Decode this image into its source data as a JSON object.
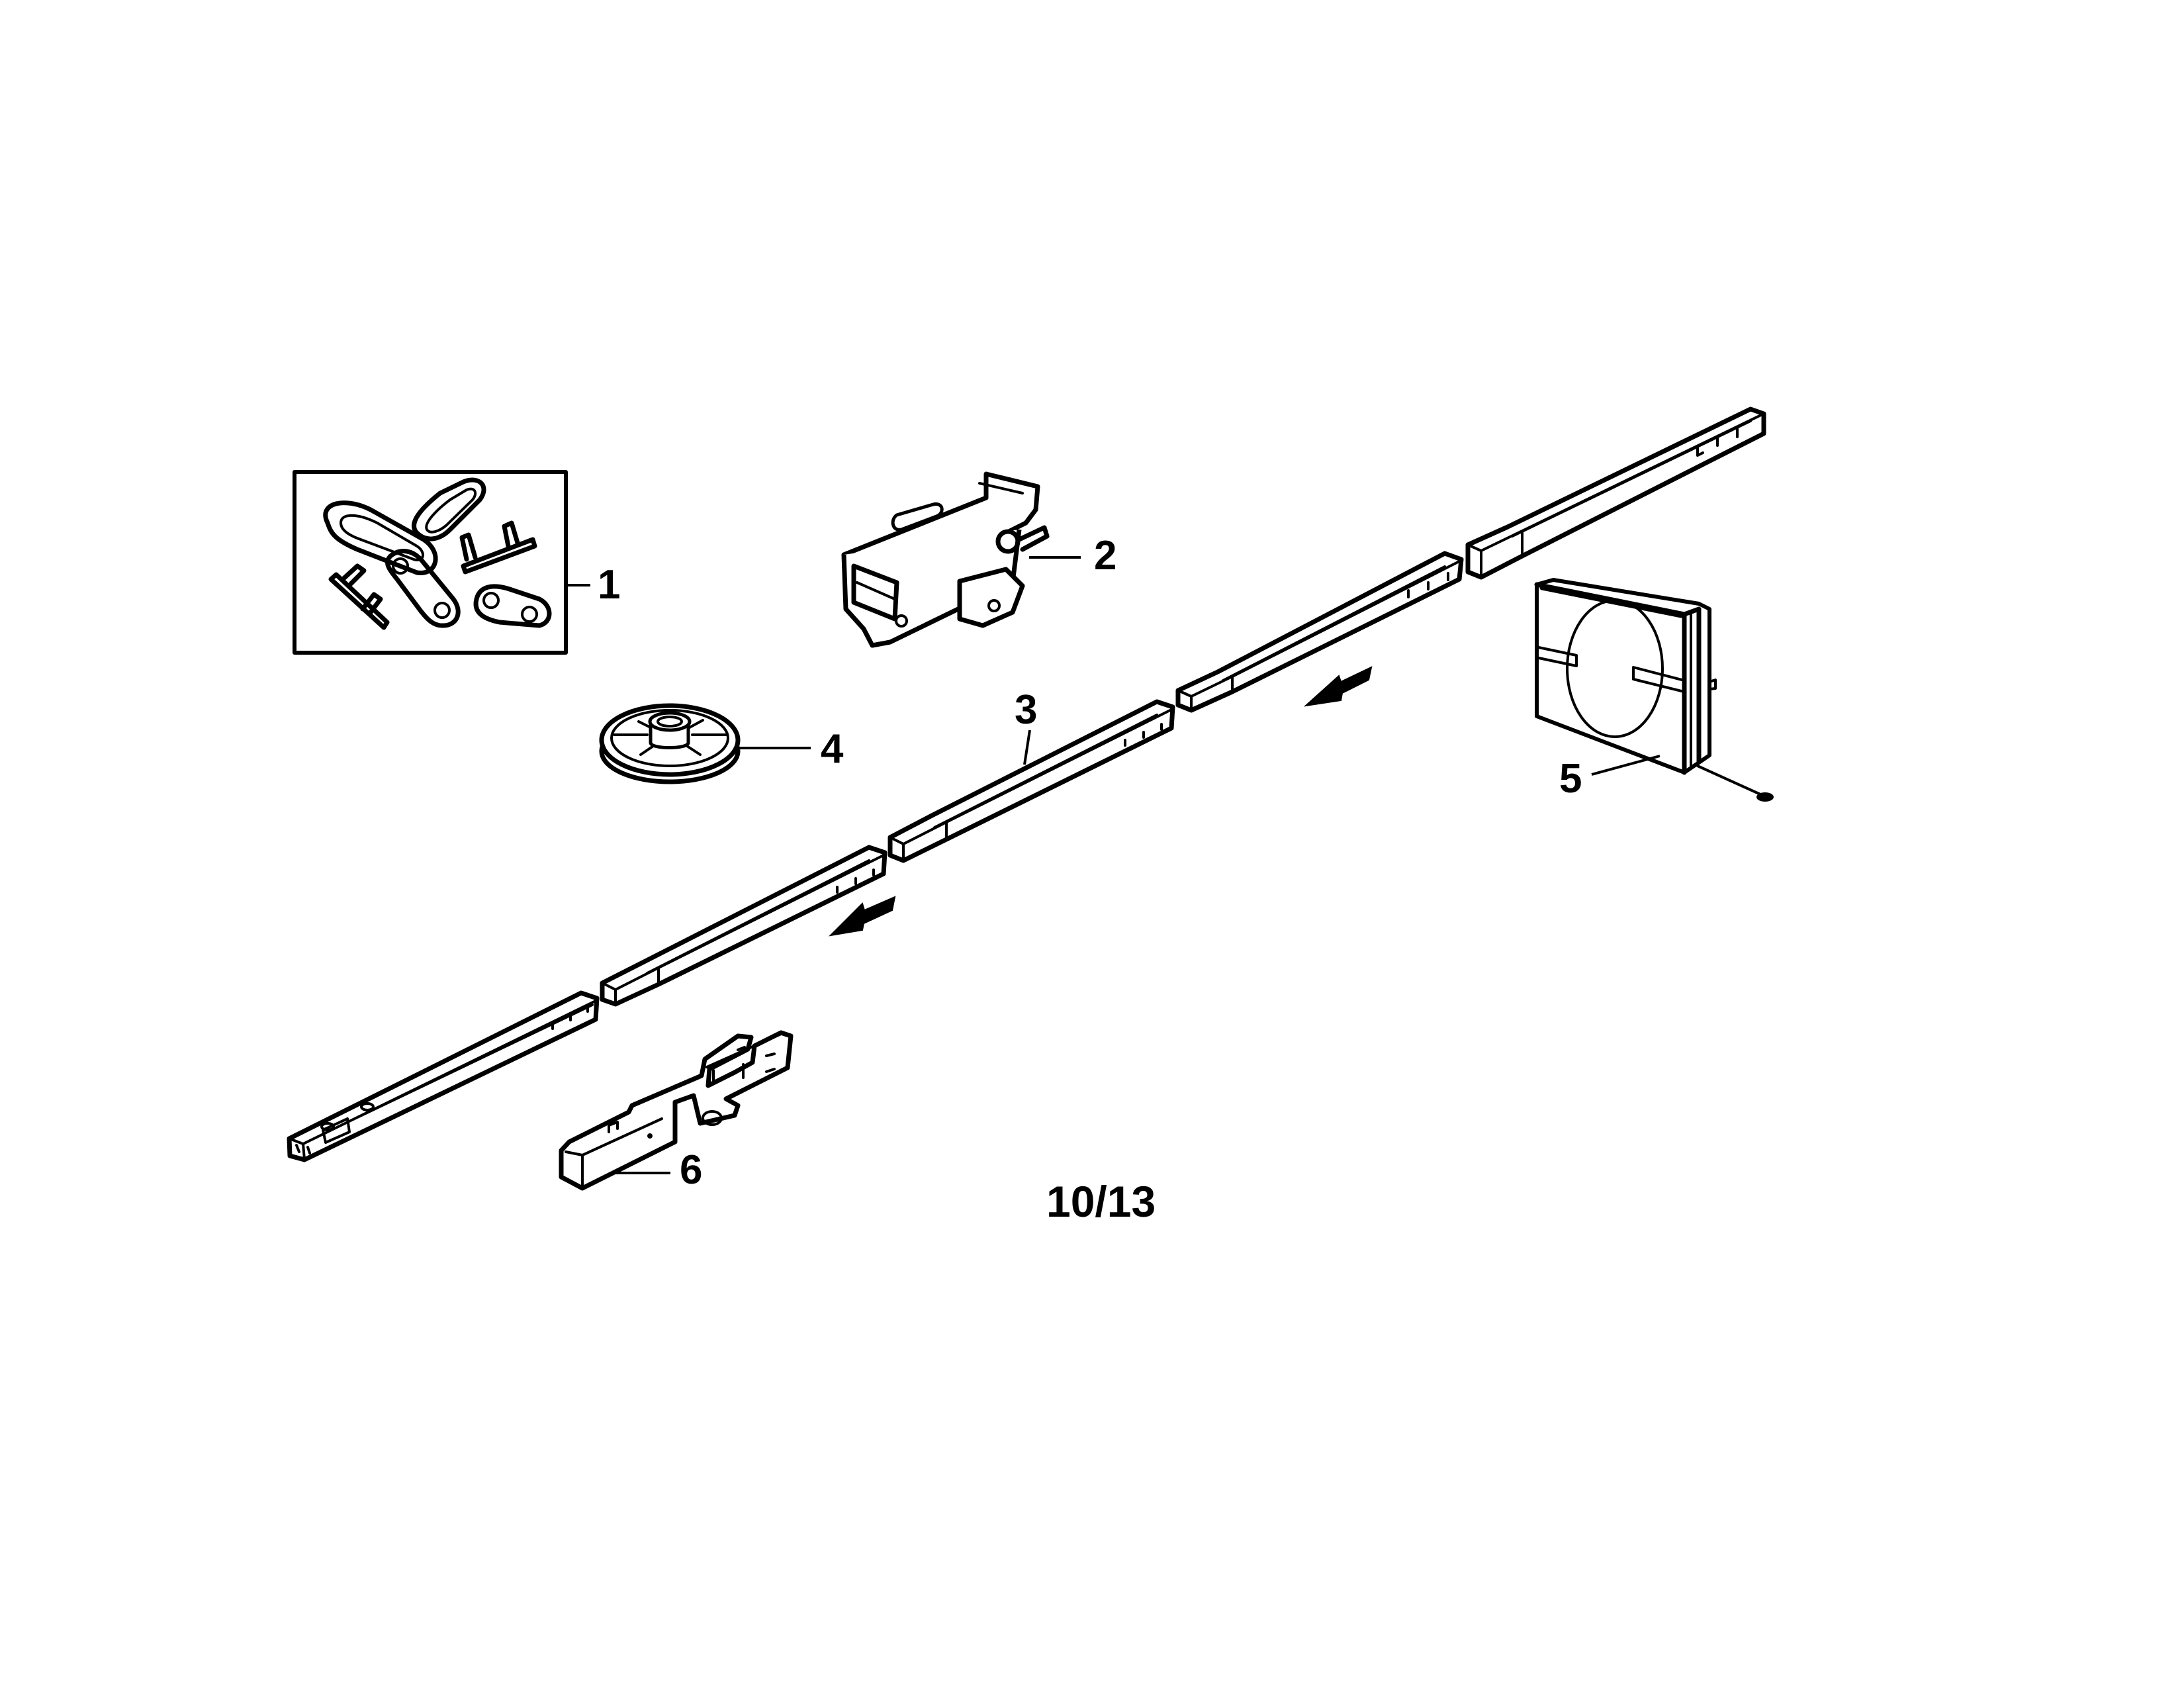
{
  "diagram": {
    "type": "exploded parts diagram",
    "page_number": "10/13",
    "callouts": [
      {
        "id": "1",
        "label": "1",
        "part": "chain link kit"
      },
      {
        "id": "2",
        "label": "2",
        "part": "trolley assembly"
      },
      {
        "id": "3",
        "label": "3",
        "part": "rail sections"
      },
      {
        "id": "4",
        "label": "4",
        "part": "pulley"
      },
      {
        "id": "5",
        "label": "5",
        "part": "chain/cable pack"
      },
      {
        "id": "6",
        "label": "6",
        "part": "header bracket"
      }
    ],
    "arrows": [
      {
        "name": "assembly-direction-arrow-upper"
      },
      {
        "name": "assembly-direction-arrow-lower"
      }
    ],
    "colors": {
      "ink": "#000000",
      "paper": "#ffffff"
    }
  }
}
